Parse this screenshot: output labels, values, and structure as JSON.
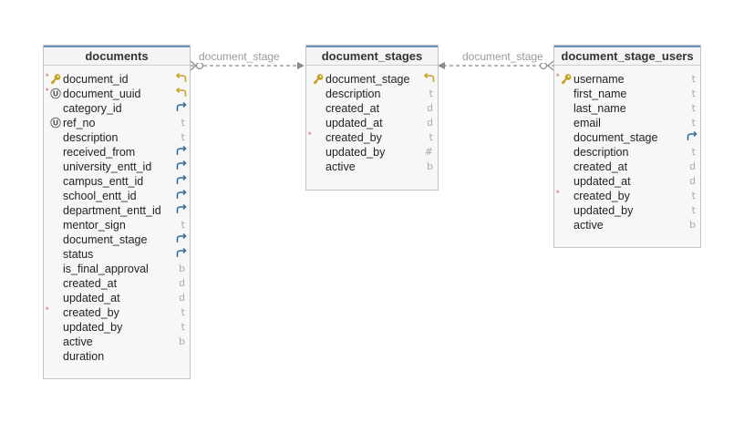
{
  "tables": {
    "documents": {
      "title": "documents",
      "columns": [
        {
          "name": "document_id",
          "key": "pk",
          "required": true,
          "type_icon": "fk-out-icon"
        },
        {
          "name": "document_uuid",
          "key": "unique",
          "required": true,
          "type_icon": "fk-out-icon"
        },
        {
          "name": "category_id",
          "type_icon": "fk-in-icon"
        },
        {
          "name": "ref_no",
          "key": "unique",
          "type": "t"
        },
        {
          "name": "description",
          "type": "t"
        },
        {
          "name": "received_from",
          "type_icon": "fk-in-icon"
        },
        {
          "name": "university_entt_id",
          "type_icon": "fk-in-icon"
        },
        {
          "name": "campus_entt_id",
          "type_icon": "fk-in-icon"
        },
        {
          "name": "school_entt_id",
          "type_icon": "fk-in-icon"
        },
        {
          "name": "department_entt_id",
          "type_icon": "fk-in-icon"
        },
        {
          "name": "mentor_sign",
          "type": "t"
        },
        {
          "name": "document_stage",
          "type_icon": "fk-in-icon"
        },
        {
          "name": "status",
          "type_icon": "fk-in-icon"
        },
        {
          "name": "is_final_approval",
          "type": "b"
        },
        {
          "name": "created_at",
          "type": "d"
        },
        {
          "name": "updated_at",
          "type": "d"
        },
        {
          "name": "created_by",
          "required": true,
          "type": "t"
        },
        {
          "name": "updated_by",
          "type": "t"
        },
        {
          "name": "active",
          "type": "b"
        },
        {
          "name": "duration",
          "type": ""
        }
      ]
    },
    "document_stages": {
      "title": "document_stages",
      "columns": [
        {
          "name": "document_stage",
          "key": "pk",
          "type_icon": "fk-out-icon"
        },
        {
          "name": "description",
          "type": "t"
        },
        {
          "name": "created_at",
          "type": "d"
        },
        {
          "name": "updated_at",
          "type": "d"
        },
        {
          "name": "created_by",
          "required": true,
          "type": "t"
        },
        {
          "name": "updated_by",
          "type": "#"
        },
        {
          "name": "active",
          "type": "b"
        }
      ]
    },
    "document_stage_users": {
      "title": "document_stage_users",
      "columns": [
        {
          "name": "username",
          "key": "pk",
          "required": true,
          "type": "t"
        },
        {
          "name": "first_name",
          "type": "t"
        },
        {
          "name": "last_name",
          "type": "t"
        },
        {
          "name": "email",
          "type": "t"
        },
        {
          "name": "document_stage",
          "type_icon": "fk-in-icon"
        },
        {
          "name": "description",
          "type": "t"
        },
        {
          "name": "created_at",
          "type": "d"
        },
        {
          "name": "updated_at",
          "type": "d"
        },
        {
          "name": "created_by",
          "required": true,
          "type": "t"
        },
        {
          "name": "updated_by",
          "type": "t"
        },
        {
          "name": "active",
          "type": "b"
        }
      ]
    }
  },
  "relations": [
    {
      "label": "document_stage",
      "from": "documents",
      "to": "document_stages"
    },
    {
      "label": "document_stage",
      "from": "document_stage_users",
      "to": "document_stages"
    }
  ],
  "colors": {
    "header_accent": "#6a93bb",
    "key_icon": "#c8a020",
    "link_icon": "#2f6b9a",
    "line": "#8a8a8a"
  }
}
